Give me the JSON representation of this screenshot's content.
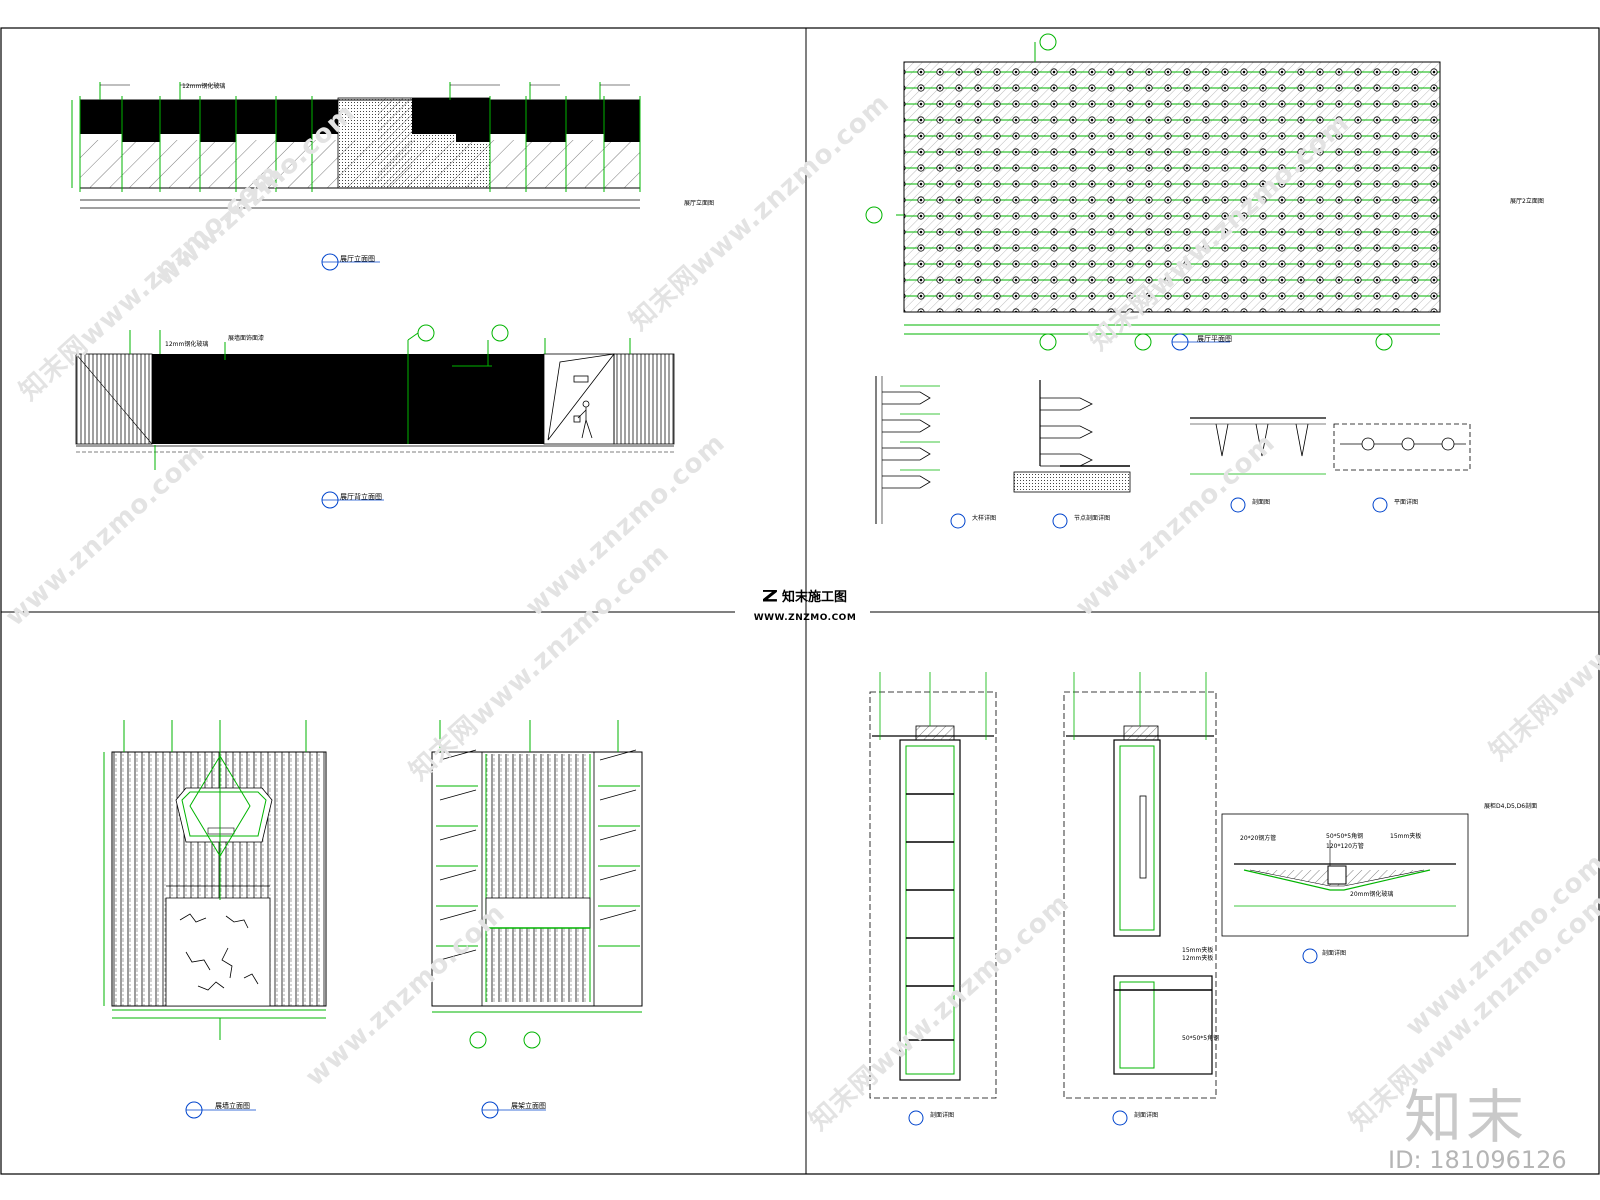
{
  "drawing_labels": {
    "elev_front": "展厅立面图",
    "elev_back": "展厅背立面图",
    "elev_right": "展厅2立面图",
    "panel_plan": "展厅平面图",
    "detail_a": "大样详图",
    "detail_b": "节点剖面详图",
    "detail_c": "剖面图",
    "detail_d": "平面详图",
    "wall_left": "展墙立面图",
    "wall_right": "展架立面图",
    "section_left": "剖面详图",
    "section_mid": "剖面详图",
    "section_right_title": "展柜D4,D5,D6剖面",
    "section_right": "剖面详图"
  },
  "annotations": {
    "a1": "12mm钢化玻璃",
    "a2": "展墙面饰面漆",
    "a3": "12mm钢化玻璃",
    "a4": "20*20钢方管",
    "a5": "50*50*5角钢",
    "a6": "120*120方管",
    "a7": "15mm夹板",
    "a8": "20mm钢化玻璃",
    "a9": "15mm夹板",
    "a10": "12mm夹板",
    "a11": "50*50*5角钢"
  },
  "brand": {
    "name": "知末施工图",
    "url": "WWW.ZNZMO.COM",
    "corner": "知末",
    "id_text": "ID: 181096126"
  },
  "watermark": {
    "text": "www.znzmo.com",
    "text_cn": "知末网www.znzmo.com"
  },
  "colors": {
    "line": "#000000",
    "dim": "#00b400",
    "frame": "#000000"
  }
}
